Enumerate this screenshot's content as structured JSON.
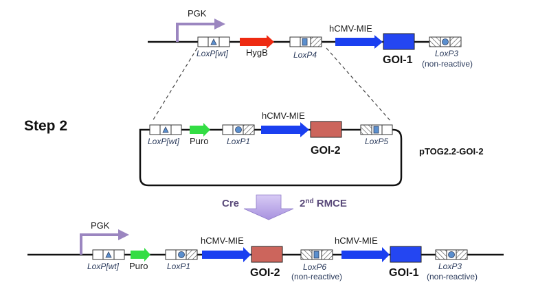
{
  "step_label": "Step 2",
  "plasmid_name": "pTOG2.2-GOI-2",
  "transition": {
    "enzyme": "Cre",
    "event_prefix": "2",
    "event_superscript": "nd",
    "event_suffix": " RMCE"
  },
  "colors": {
    "promoter": "#9b86c0",
    "hygb": "#ee2a12",
    "puro": "#33dd44",
    "hcmv": "#1a3ff0",
    "goi1": "#2446f2",
    "goi2": "#cc655c",
    "lox_marker": "#5b8fce",
    "cre_arrow": "#c3b0ec"
  },
  "top_construct": {
    "promoter": "PGK",
    "elements": {
      "loxp_wt": "LoxP[wt]",
      "hygb": "HygB",
      "loxp4": "LoxP4",
      "hcmv": "hCMV-MIE",
      "goi": "GOI-1",
      "loxp3": "LoxP3",
      "loxp3_note": "(non-reactive)"
    }
  },
  "plasmid": {
    "elements": {
      "loxp_wt": "LoxP[wt]",
      "puro": "Puro",
      "loxp1": "LoxP1",
      "hcmv": "hCMV-MIE",
      "goi": "GOI-2",
      "loxp5": "LoxP5"
    }
  },
  "bottom_construct": {
    "promoter": "PGK",
    "elements": {
      "loxp_wt": "LoxP[wt]",
      "puro": "Puro",
      "loxp1": "LoxP1",
      "hcmv_a": "hCMV-MIE",
      "goi2": "GOI-2",
      "loxp6": "LoxP6",
      "loxp6_note": "(non-reactive)",
      "hcmv_b": "hCMV-MIE",
      "goi1": "GOI-1",
      "loxp3": "LoxP3",
      "loxp3_note": "(non-reactive)"
    }
  }
}
